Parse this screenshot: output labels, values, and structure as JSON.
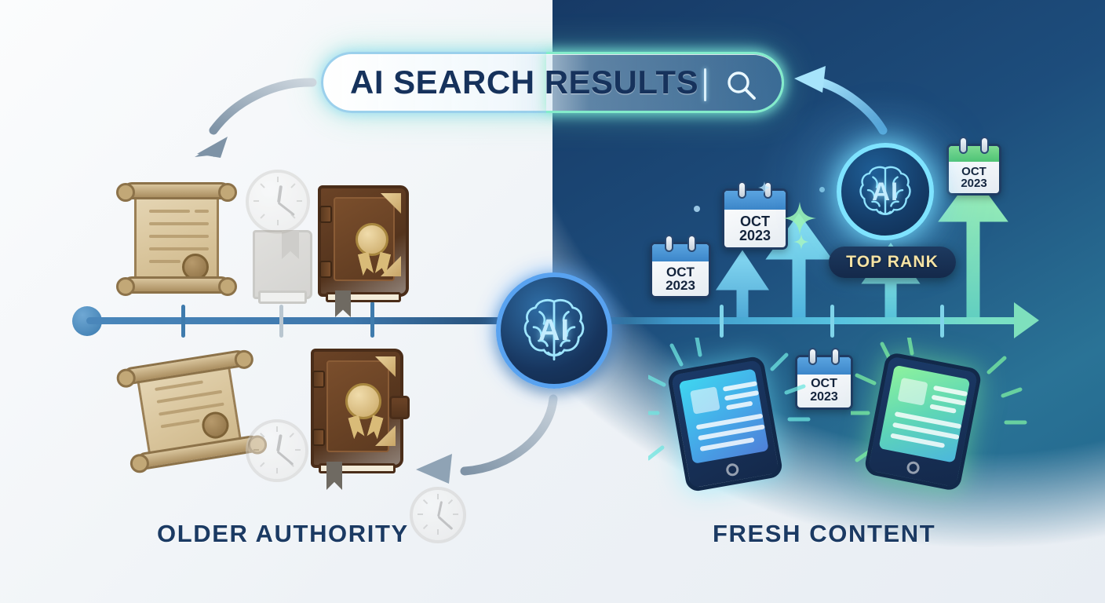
{
  "title": "AI Search Results — Older Authority vs Fresh Content",
  "search": {
    "label": "AI SEARCH RESULTS",
    "icon": "search-icon",
    "accent": "#16325c",
    "glow": "#7ae0c4"
  },
  "captions": {
    "left": "OLDER AUTHORITY",
    "right": "FRESH CONTENT",
    "color": "#1b3a63"
  },
  "nodes": {
    "center_ai": {
      "label": "AI",
      "icon": "brain-icon"
    },
    "top_ai": {
      "label": "AI",
      "icon": "brain-icon"
    }
  },
  "badge": {
    "label": "TOP RANK",
    "text_color": "#f5e3a4",
    "bg_color": "#17304f"
  },
  "calendars": [
    {
      "month": "OCT",
      "year": "2023",
      "header": "blue"
    },
    {
      "month": "OCT",
      "year": "2023",
      "header": "blue"
    },
    {
      "month": "OCT",
      "year": "2023",
      "header": "green"
    },
    {
      "month": "OCT",
      "year": "2023",
      "header": "blue"
    }
  ],
  "old_items": [
    {
      "name": "scroll-document",
      "state": "normal"
    },
    {
      "name": "clock",
      "state": "faded"
    },
    {
      "name": "plain-book",
      "state": "faded"
    },
    {
      "name": "leather-book-seal",
      "state": "normal"
    },
    {
      "name": "scroll-document-tilted",
      "state": "normal"
    },
    {
      "name": "clock",
      "state": "faded"
    },
    {
      "name": "leather-book-seal",
      "state": "normal"
    },
    {
      "name": "clock",
      "state": "faded"
    }
  ],
  "fresh_items": [
    {
      "name": "tablet-article",
      "accent": "#3fd6f0"
    },
    {
      "name": "tablet-article",
      "accent": "#6ce89a"
    }
  ],
  "growth_arrows": [
    {
      "height": 70,
      "color": "#63c3ea"
    },
    {
      "height": 118,
      "color": "#5fcfe6"
    },
    {
      "height": 96,
      "color": "#6fdcd9"
    },
    {
      "height": 178,
      "color": "#7fe4b8"
    }
  ],
  "flow_arrows": [
    {
      "name": "search-to-old-arrow",
      "color": "#8fa3b5"
    },
    {
      "name": "ai-to-search-arrow",
      "color": "#9bd8f5"
    },
    {
      "name": "ai-to-old-arrow",
      "color": "#8fa3b5"
    }
  ],
  "theme": {
    "light_bg": "#eef2f6",
    "dark_bg": "#1d4d7c",
    "timeline_start": "#4a87bb",
    "timeline_end": "#7ae0c4"
  }
}
